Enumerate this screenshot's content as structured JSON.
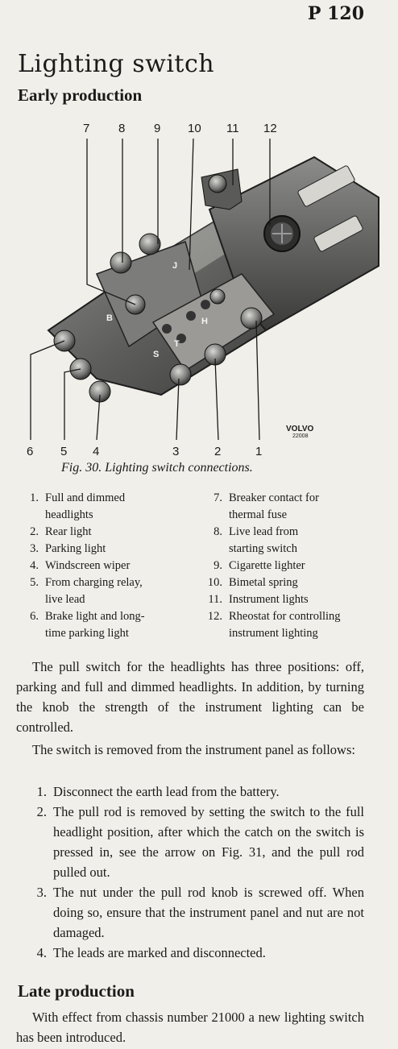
{
  "page_number": "P 120",
  "title": "Lighting switch",
  "subtitle_early": "Early production",
  "figure": {
    "callouts_top": [
      "7",
      "8",
      "9",
      "10",
      "11",
      "12"
    ],
    "callouts_bottom": [
      "6",
      "5",
      "4",
      "3",
      "2",
      "1"
    ],
    "plate_letters": [
      "B",
      "S",
      "T",
      "H",
      "J"
    ],
    "stamp_brand": "VOLVO",
    "stamp_number": "22008",
    "caption": "Fig. 30.  Lighting switch connections."
  },
  "legend": {
    "left": [
      {
        "num": "1.",
        "text": "Full and dimmed"
      },
      {
        "num": "",
        "text": "headlights"
      },
      {
        "num": "2.",
        "text": "Rear light"
      },
      {
        "num": "3.",
        "text": "Parking light"
      },
      {
        "num": "4.",
        "text": "Windscreen wiper"
      },
      {
        "num": "5.",
        "text": "From charging relay,"
      },
      {
        "num": "",
        "text": "live lead"
      },
      {
        "num": "6.",
        "text": "Brake light and long-"
      },
      {
        "num": "",
        "text": "time parking light"
      }
    ],
    "right": [
      {
        "num": "7.",
        "text": "Breaker contact for"
      },
      {
        "num": "",
        "text": "thermal fuse"
      },
      {
        "num": "8.",
        "text": "Live lead from"
      },
      {
        "num": "",
        "text": "starting switch"
      },
      {
        "num": "9.",
        "text": "Cigarette lighter"
      },
      {
        "num": "10.",
        "text": "Bimetal spring"
      },
      {
        "num": "11.",
        "text": "Instrument lights"
      },
      {
        "num": "12.",
        "text": "Rheostat for controlling"
      },
      {
        "num": "",
        "text": "instrument lighting"
      }
    ]
  },
  "paragraph1": "The pull switch for the headlights has three positions: off, parking and full and dimmed headlights. In addition, by turning the knob the strength of the instrument lighting can be controlled.",
  "paragraph2": "The switch is removed from the instrument panel as follows:",
  "steps": [
    {
      "num": "1.",
      "text": "Disconnect the earth lead from the battery."
    },
    {
      "num": "2.",
      "text": "The pull rod is removed by setting the switch to the full headlight position, after which the catch on the switch is pressed in, see the arrow on Fig. 31, and the pull rod pulled out."
    },
    {
      "num": "3.",
      "text": "The nut under the pull rod knob is screwed off. When doing so, ensure that the instrument panel and nut are not damaged."
    },
    {
      "num": "4.",
      "text": "The leads are marked and disconnected."
    }
  ],
  "subtitle_late": "Late production",
  "paragraph3": "With effect from chassis number 21000 a new lighting switch has been introduced."
}
